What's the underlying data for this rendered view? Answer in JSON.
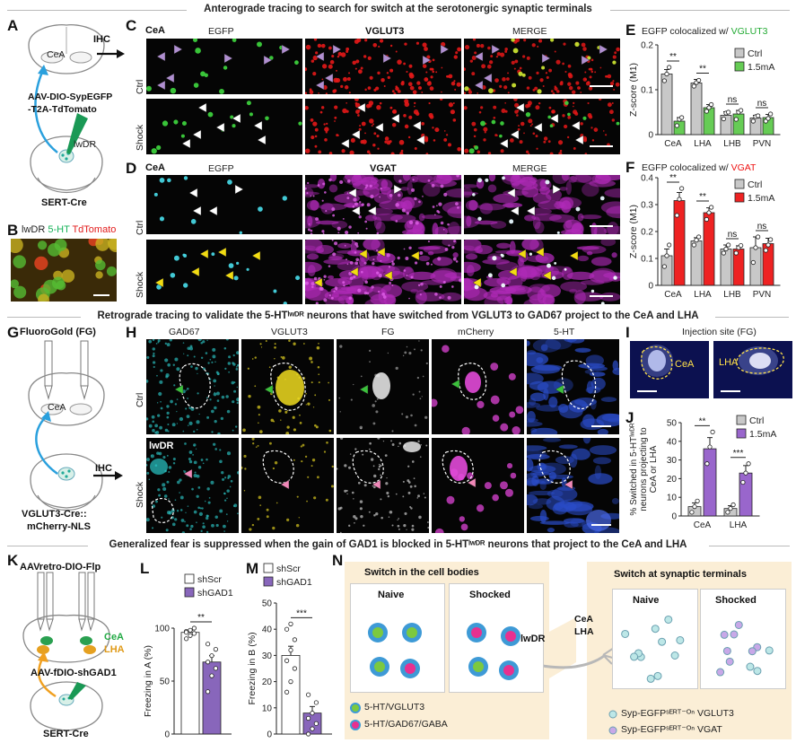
{
  "banners": {
    "top": "Anterograde tracing to search for switch at the serotonergic synaptic terminals",
    "middle": "Retrograde tracing to validate the 5-HTˡʷᴰᴿ neurons that have switched from VGLUT3 to GAD67 project to the CeA and LHA",
    "bottom": "Generalized fear is suppressed when the gain of GAD1 is blocked in 5-HTˡʷᴰᴿ neurons that project to the CeA and LHA"
  },
  "letters": {
    "a": "A",
    "b": "B",
    "c": "C",
    "d": "D",
    "e": "E",
    "f": "F",
    "g": "G",
    "h": "H",
    "i": "I",
    "j": "J",
    "k": "K",
    "l": "L",
    "m": "M",
    "n": "N"
  },
  "panelA": {
    "region": "CeA",
    "method": "IHC",
    "virus_line1": "AAV-DIO-SypEGFP",
    "virus_line2": "-T2A-TdTomato",
    "site": "lwDR",
    "mouse": "SERT-Cre"
  },
  "panelB": {
    "site": "lwDR",
    "ch1": "5-HT",
    "ch2": "TdTomato",
    "colors": {
      "ch1": "#22cc66",
      "ch2": "#ee2222"
    }
  },
  "panelC": {
    "region": "CeA",
    "cols": [
      "EGFP",
      "VGLUT3",
      "MERGE"
    ],
    "rows": [
      "Ctrl",
      "Shock"
    ]
  },
  "panelD": {
    "region": "CeA",
    "cols": [
      "EGFP",
      "VGAT",
      "MERGE"
    ],
    "rows": [
      "Ctrl",
      "Shock"
    ]
  },
  "panelG": {
    "tracer": "FluoroGold (FG)",
    "region": "CeA",
    "method": "IHC",
    "mouse_line1": "VGLUT3-Cre::",
    "mouse_line2": "mCherry-NLS"
  },
  "panelH": {
    "cols": [
      "GAD67",
      "VGLUT3",
      "FG",
      "mCherry",
      "5-HT"
    ],
    "rows": [
      "Ctrl",
      "Shock"
    ],
    "site": "lwDR"
  },
  "panelI": {
    "title": "Injection site (FG)",
    "left": "CeA",
    "right": "LHA"
  },
  "panelK": {
    "virus1": "AAVretro-DIO-Flp",
    "site1": "CeA",
    "site2": "LHA",
    "virus2": "AAV-fDIO-shGAD1",
    "mouse": "SERT-Cre"
  },
  "panelN": {
    "cell_box_title": "Switch in the cell bodies",
    "terminal_box_title": "Switch at synaptic terminals",
    "naive": "Naive",
    "shocked": "Shocked",
    "site": "lwDR",
    "target1": "CeA",
    "target2": "LHA",
    "legend_cell_1": "5-HT/VGLUT3",
    "legend_cell_2": "5-HT/GAD67/GABA",
    "legend_syn_1": "Syp-EGFPˢᴱᴿᵀ⁻ᴼⁿ VGLUT3",
    "legend_syn_2": "Syp-EGFPˢᴱᴿᵀ⁻ᴼⁿ VGAT"
  },
  "chart_data": [
    {
      "id": "E",
      "type": "bar",
      "title": "EGFP colocalized w/ ",
      "title_highlight": "VGLUT3",
      "title_highlight_color": "#22aa33",
      "ylabel": "Z-score (M1)",
      "ylim": [
        0,
        0.2
      ],
      "yticks": [
        "0",
        "0.1",
        "0.2"
      ],
      "ytick_values": [
        0,
        0.1,
        0.2
      ],
      "categories": [
        "CeA",
        "LHA",
        "LHB",
        "PVN"
      ],
      "series": [
        {
          "name": "Ctrl",
          "color": "#c8c8c8",
          "values": [
            0.135,
            0.115,
            0.043,
            0.037
          ],
          "err": [
            0.01,
            0.008,
            0.008,
            0.006
          ],
          "points": [
            [
              0.12,
              0.135,
              0.15
            ],
            [
              0.108,
              0.116,
              0.121
            ],
            [
              0.035,
              0.048,
              0.05
            ],
            [
              0.03,
              0.04,
              0.042
            ]
          ]
        },
        {
          "name": "1.5mA",
          "color": "#66cc55",
          "values": [
            0.03,
            0.06,
            0.046,
            0.038
          ],
          "err": [
            0.008,
            0.007,
            0.008,
            0.007
          ],
          "points": [
            [
              0.02,
              0.034,
              0.038
            ],
            [
              0.052,
              0.06,
              0.067
            ],
            [
              0.034,
              0.05,
              0.054
            ],
            [
              0.03,
              0.036,
              0.046
            ]
          ]
        }
      ],
      "sig": [
        "**",
        "**",
        "ns",
        "ns"
      ]
    },
    {
      "id": "F",
      "type": "bar",
      "title": "EGFP colocalized w/ ",
      "title_highlight": "VGAT",
      "title_highlight_color": "#ee1111",
      "ylabel": "Z-score (M1)",
      "ylim": [
        0,
        0.4
      ],
      "yticks": [
        "0",
        "0.1",
        "0.2",
        "0.3",
        "0.4"
      ],
      "ytick_values": [
        0,
        0.1,
        0.2,
        0.3,
        0.4
      ],
      "categories": [
        "CeA",
        "LHA",
        "LHB",
        "PVN"
      ],
      "series": [
        {
          "name": "Ctrl",
          "color": "#c8c8c8",
          "values": [
            0.11,
            0.165,
            0.135,
            0.14
          ],
          "err": [
            0.025,
            0.012,
            0.015,
            0.04
          ],
          "points": [
            [
              0.07,
              0.11,
              0.15
            ],
            [
              0.15,
              0.168,
              0.18
            ],
            [
              0.12,
              0.135,
              0.15
            ],
            [
              0.085,
              0.14,
              0.18
            ]
          ]
        },
        {
          "name": "1.5mA",
          "color": "#ee2222",
          "values": [
            0.315,
            0.27,
            0.135,
            0.155
          ],
          "err": [
            0.03,
            0.018,
            0.012,
            0.02
          ],
          "points": [
            [
              0.26,
              0.32,
              0.36
            ],
            [
              0.245,
              0.27,
              0.29
            ],
            [
              0.12,
              0.14,
              0.148
            ],
            [
              0.13,
              0.15,
              0.17
            ]
          ]
        }
      ],
      "sig": [
        "**",
        "**",
        "ns",
        "ns"
      ]
    },
    {
      "id": "J",
      "type": "bar",
      "title": "",
      "ylabel": "% Switched in 5-HTlwDR neurons projecting to CeA or LHA",
      "ylabel_lines": [
        "% Switched in 5-HTˡʷᴰᴿ",
        "neurons projecting to",
        "CeA or LHA"
      ],
      "ylim": [
        0,
        50
      ],
      "yticks": [
        "0",
        "10",
        "20",
        "30",
        "40",
        "50"
      ],
      "ytick_values": [
        0,
        10,
        20,
        30,
        40,
        50
      ],
      "categories": [
        "CeA",
        "LHA"
      ],
      "series": [
        {
          "name": "Ctrl",
          "color": "#c8c8c8",
          "values": [
            5,
            4
          ],
          "err": [
            2,
            1.5
          ],
          "points": [
            [
              2,
              5,
              8
            ],
            [
              2,
              4,
              6
            ]
          ]
        },
        {
          "name": "1.5mA",
          "color": "#9966cc",
          "values": [
            36,
            23
          ],
          "err": [
            6,
            4
          ],
          "points": [
            [
              28,
              37,
              45
            ],
            [
              18,
              23,
              28
            ]
          ]
        }
      ],
      "sig": [
        "**",
        "***"
      ]
    },
    {
      "id": "L",
      "type": "bar",
      "ylabel": "Freezing in A (%)",
      "ylim": [
        0,
        100
      ],
      "yticks": [
        "0",
        "50",
        "100"
      ],
      "ytick_values": [
        0,
        50,
        100
      ],
      "categories": [
        ""
      ],
      "series": [
        {
          "name": "shScr",
          "color": "#ffffff",
          "values": [
            96
          ],
          "err": [
            2
          ],
          "points": [
            [
              90,
              93,
              95,
              97,
              98,
              100,
              96
            ]
          ]
        },
        {
          "name": "shGAD1",
          "color": "#8866bb",
          "values": [
            68
          ],
          "err": [
            6
          ],
          "points": [
            [
              40,
              55,
              62,
              68,
              74,
              80,
              85
            ]
          ]
        }
      ],
      "sig": [
        "**"
      ]
    },
    {
      "id": "M",
      "type": "bar",
      "ylabel": "Freezing in B (%)",
      "ylim": [
        0,
        50
      ],
      "yticks": [
        "0",
        "10",
        "20",
        "30",
        "40",
        "50"
      ],
      "ytick_values": [
        0,
        10,
        20,
        30,
        40,
        50
      ],
      "categories": [
        ""
      ],
      "series": [
        {
          "name": "shScr",
          "color": "#ffffff",
          "values": [
            30
          ],
          "err": [
            3.5
          ],
          "points": [
            [
              16,
              20,
              25,
              28,
              32,
              36,
              40,
              42
            ]
          ]
        },
        {
          "name": "shGAD1",
          "color": "#8866bb",
          "values": [
            8
          ],
          "err": [
            2.5
          ],
          "points": [
            [
              0,
              2,
              4,
              6,
              8,
              12,
              15
            ]
          ]
        }
      ],
      "sig": [
        "***"
      ]
    }
  ]
}
